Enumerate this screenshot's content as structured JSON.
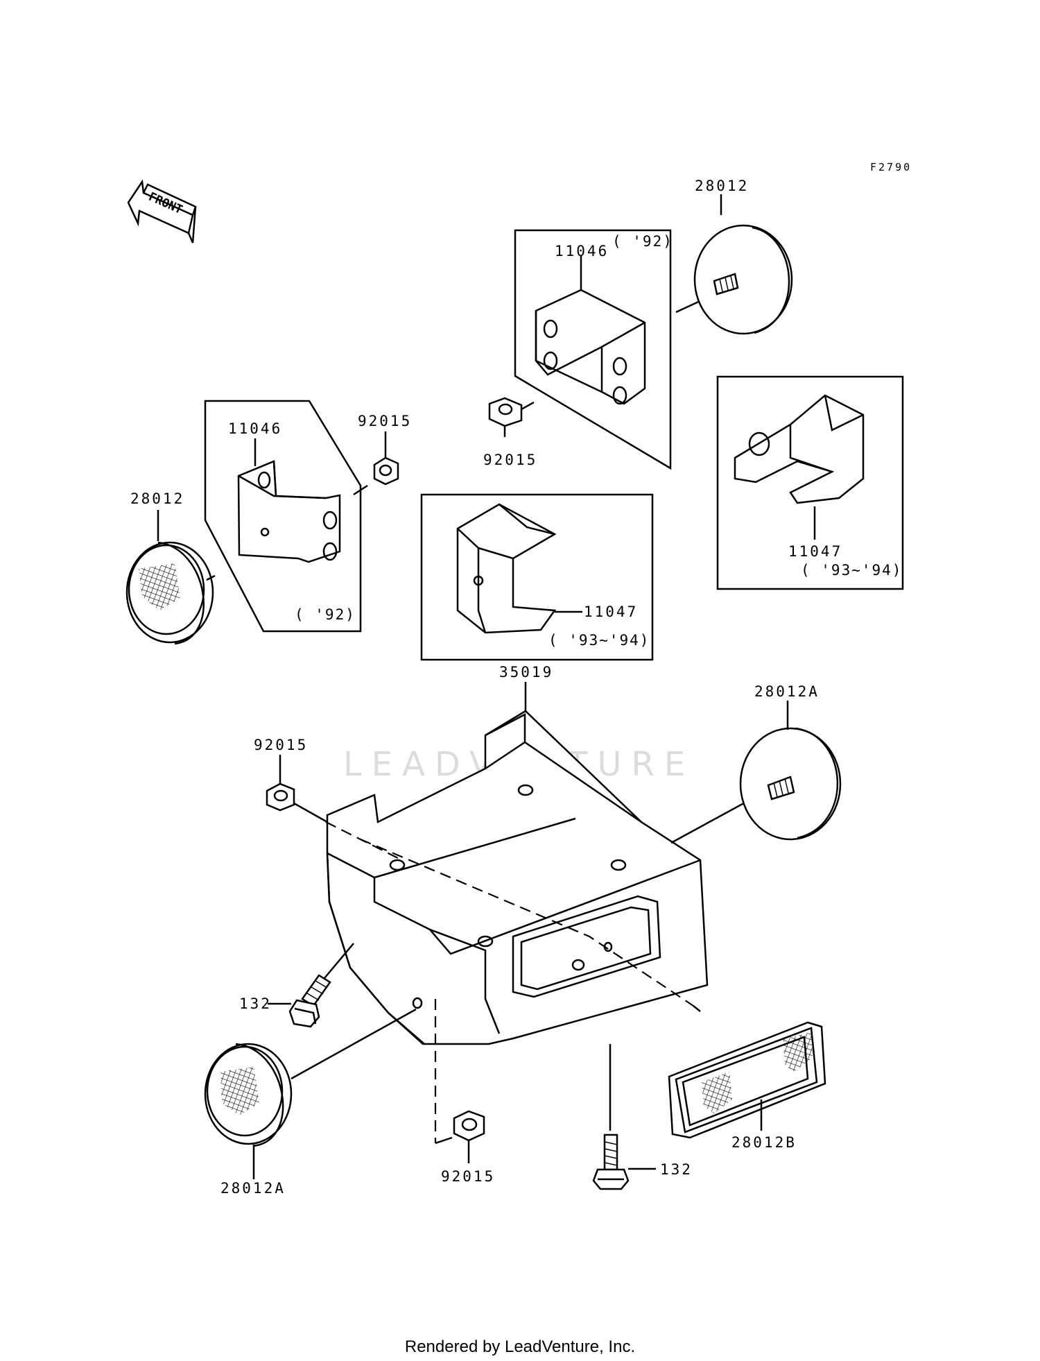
{
  "figure": {
    "code": "F2790",
    "front_arrow_label": "FRONT",
    "watermark": "LEADVENTURE"
  },
  "labels": {
    "reflector_top_right": "28012",
    "bracket_92_top": "11046",
    "bracket_92_top_year": "( '92)",
    "nut_upper": "92015",
    "bracket_92_left": "11046",
    "bracket_92_left_year": "( '92)",
    "nut_left_upper": "92015",
    "reflector_left": "28012",
    "bracket_93_center": "11047",
    "bracket_93_center_year": "( '93~'94)",
    "bracket_93_right": "11047",
    "bracket_93_right_year": "( '93~'94)",
    "bracket_main": "35019",
    "reflector_right_a": "28012A",
    "nut_main_left": "92015",
    "bolt_left": "132",
    "reflector_lower_left_a": "28012A",
    "nut_bottom": "92015",
    "bolt_bottom": "132",
    "reflector_b": "28012B"
  },
  "footer": {
    "credit": "Rendered by LeadVenture, Inc."
  }
}
